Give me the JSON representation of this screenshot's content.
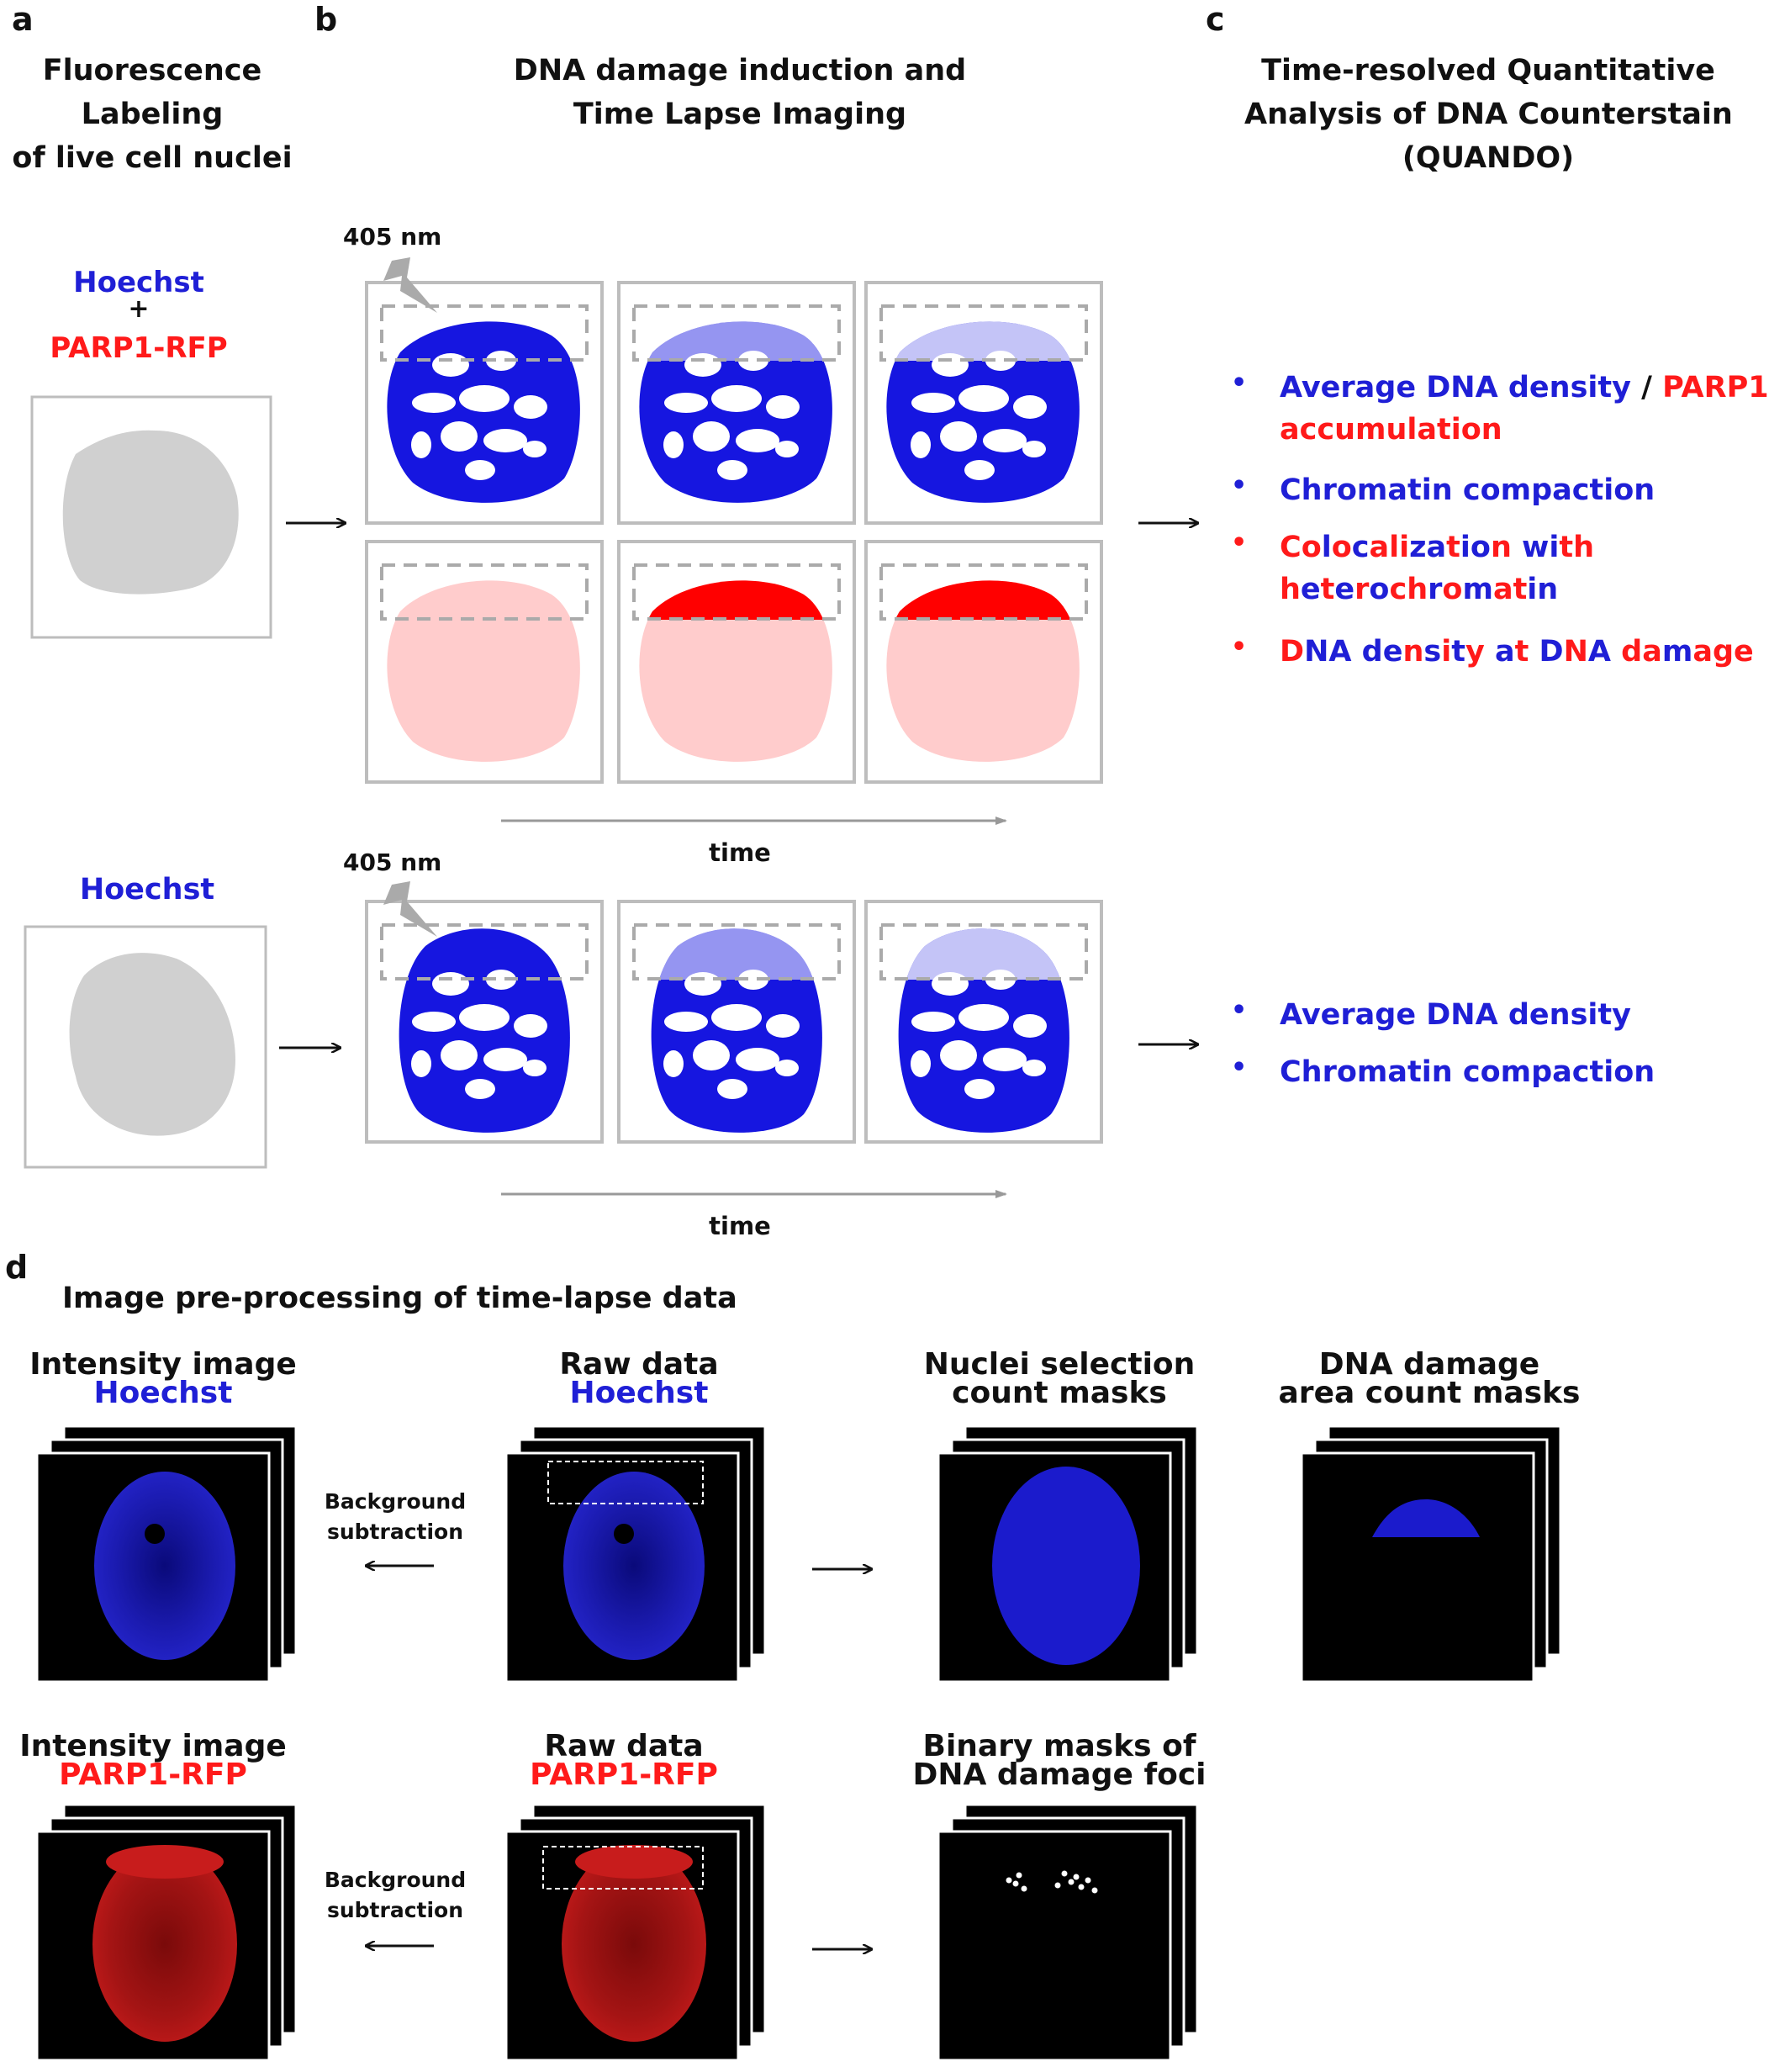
{
  "panels": {
    "a": {
      "letter": "a",
      "title_lines": [
        "Fluorescence",
        "Labeling",
        "of live cell nuclei"
      ],
      "top_stain": {
        "line1": "Hoechst",
        "plus": "+",
        "line2": "PARP1-RFP"
      },
      "bottom_stain": "Hoechst"
    },
    "b": {
      "letter": "b",
      "title_lines": [
        "DNA damage induction and",
        "Time Lapse Imaging"
      ],
      "laser_top": "405 nm",
      "laser_bottom": "405 nm",
      "time_top": "time",
      "time_bottom": "time"
    },
    "c": {
      "letter": "c",
      "title_lines": [
        "Time-resolved Quantitative",
        "Analysis of DNA Counterstain",
        "(QUANDO)"
      ],
      "bullets_top": [
        {
          "segments": [
            {
              "text": "Average DNA density",
              "color": "blue"
            },
            {
              "text": " / ",
              "color": "black"
            },
            {
              "text": "PARP1",
              "color": "red"
            }
          ],
          "line2": "accumulation",
          "line2_color": "red",
          "dot_color": "blue"
        },
        {
          "text": "Chromatin compaction",
          "color": "blue",
          "dot_color": "blue"
        },
        {
          "line1": "Colocalization with",
          "line2": "heterochromatin",
          "dot_color": "red"
        },
        {
          "text": "DNA density at DNA damage",
          "dot_color": "red"
        }
      ],
      "bullets_bottom": [
        "Average DNA density",
        "Chromatin compaction"
      ]
    },
    "d": {
      "letter": "d",
      "title": "Image pre-processing of time-lapse data",
      "row1": {
        "intensity": {
          "line1": "Intensity image",
          "line2": "Hoechst"
        },
        "raw": {
          "line1": "Raw data",
          "line2": "Hoechst"
        },
        "nuclei": {
          "line1": "Nuclei selection",
          "line2": "count masks"
        },
        "damage": {
          "line1": "DNA damage",
          "line2": "area count masks"
        },
        "bg": {
          "line1": "Background",
          "line2": "subtraction"
        }
      },
      "row2": {
        "intensity": {
          "line1": "Intensity image",
          "line2": "PARP1-RFP"
        },
        "raw": {
          "line1": "Raw data",
          "line2": "PARP1-RFP"
        },
        "binary": {
          "line1": "Binary masks of",
          "line2": "DNA damage foci"
        },
        "bg": {
          "line1": "Background",
          "line2": "subtraction"
        }
      }
    }
  },
  "colors": {
    "hoechst_blue": "#1f1fd6",
    "rfp_red": "#ff1a1a",
    "frame_gray": "#bfbfbf",
    "nucleus_gray": "#d0d0d0",
    "pink": "#ffcccc"
  }
}
